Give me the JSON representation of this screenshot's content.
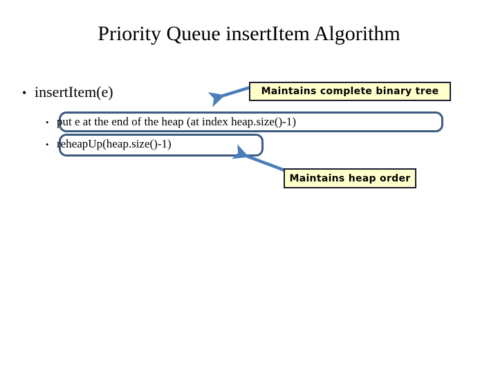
{
  "slide": {
    "title": "Priority Queue insertItem Algorithm",
    "background_color": "#ffffff",
    "bullets": [
      {
        "level": 1,
        "marker": "•",
        "text": "insertItem(e)"
      },
      {
        "level": 2,
        "marker": "•",
        "text": "put e at the end of the heap (at index heap.size()-1)",
        "highlight": "rounded-rectangle"
      },
      {
        "level": 2,
        "marker": "•",
        "text": "reheapUp(heap.size()-1)",
        "highlight": "rounded-rectangle"
      }
    ],
    "callouts": [
      {
        "text": "Maintains complete binary tree",
        "fill_color": "#ffffcc",
        "border_color": "#1a1a2e",
        "points_to": "put e at the end of the heap (at index heap.size()-1)"
      },
      {
        "text": "Maintains heap order",
        "fill_color": "#ffffcc",
        "border_color": "#1a1a2e",
        "points_to": "reheapUp(heap.size()-1)"
      }
    ],
    "arrows": [
      {
        "name": "arrow-to-put-e",
        "color": "#4a7ebb",
        "direction": "left-down"
      },
      {
        "name": "arrow-to-reheap",
        "color": "#4a7ebb",
        "direction": "left-up"
      }
    ],
    "colors": {
      "highlight_border": "#3d5a80",
      "callout_fill": "#ffffcc",
      "callout_border": "#1a1a2e",
      "arrow": "#4a7ebb",
      "text": "#000000"
    }
  }
}
